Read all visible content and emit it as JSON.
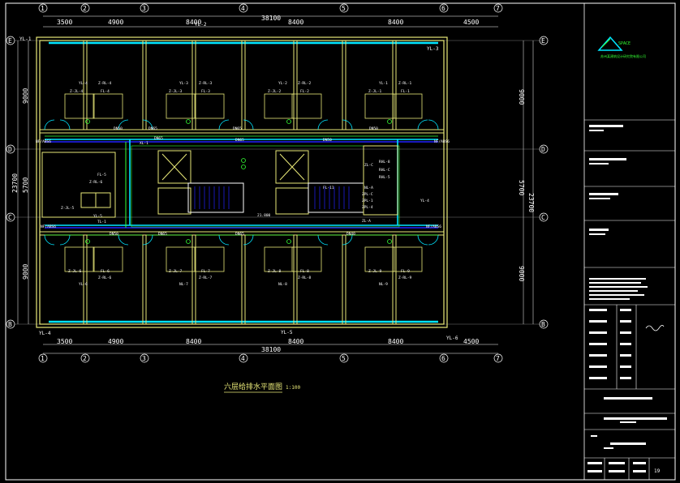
{
  "drawing": {
    "title": "六层给排水平面图",
    "scale": "1:100"
  },
  "grid_axes_x": [
    "1",
    "2",
    "3",
    "4",
    "5",
    "6",
    "7"
  ],
  "grid_axes_y": [
    "E",
    "D",
    "C",
    "B"
  ],
  "dims_top": [
    "3500",
    "4900",
    "8400",
    "8400",
    "8400",
    "4500"
  ],
  "dims_bottom": [
    "3500",
    "4900",
    "8400",
    "8400",
    "8400",
    "4500"
  ],
  "dim_total": "38100",
  "dims_side": {
    "left_total": "23700",
    "left_a": "9000",
    "left_b": "5700",
    "left_c": "9000",
    "right_total": "23700",
    "right_a": "9000",
    "right_b": "5700",
    "right_c": "9000"
  },
  "risers": {
    "yl1_top": "YL-1",
    "yl2_top": "YL-2",
    "yl3_top": "YL-3",
    "yl4_bot": "YL-4",
    "yl5_bot": "YL-5",
    "yl6_bot": "YL-6",
    "nf_left_d": "NF/ABS6",
    "nf_right_d": "NF/ABS6",
    "nf_left_c": "NF/ABS6",
    "nf_right_c": "NF/ABS6"
  },
  "pipe_sizes": {
    "dn50": "DN50",
    "dn65": "DN65",
    "dn40": "DN40",
    "elev": "21.800"
  },
  "rooms_top": [
    {
      "yl": "YL-4",
      "zrl": "Z-RL-4",
      "zjl": "Z-JL-4",
      "fl": "FL-4"
    },
    {
      "yl": "YL-3",
      "zrl": "Z-RL-3",
      "zjl": "Z-JL-3",
      "fl": "FL-3"
    },
    {
      "yl": "YL-2",
      "zrl": "Z-RL-2",
      "zjl": "Z-JL-2",
      "fl": "FL-2"
    },
    {
      "yl": "YL-1",
      "zrl": "Z-RL-1",
      "zjl": "Z-JL-1",
      "fl": "FL-1"
    }
  ],
  "rooms_bottom": [
    {
      "yl": "YL-6",
      "zrl": "Z-RL-6",
      "zjl": "Z-JL-6",
      "fl": "FL-6"
    },
    {
      "yl": "NL-7",
      "zrl": "Z-RL-7",
      "zjl": "Z-JL-7",
      "fl": "FL-7"
    },
    {
      "yl": "NL-8",
      "zrl": "Z-RL-8",
      "zjl": "Z-JL-8",
      "fl": "FL-8"
    },
    {
      "yl": "NL-9",
      "zrl": "Z-RL-9",
      "zjl": "Z-JL-9",
      "fl": "FL-9"
    }
  ],
  "core_labels": {
    "fl5": "FL-5",
    "zrl6": "Z-RL-6",
    "zjl5": "Z-JL-5",
    "ylr": "YL-5",
    "tl1": "TL-1",
    "fl11": "FL-11",
    "xl1": "XL-1",
    "zl": "ZL-A",
    "ylr4": "YL-4",
    "rh": [
      "ZL-C",
      "RHL-8",
      "RHL-C",
      "RHL-5",
      "NL-A",
      "ZPL-C",
      "ZPL-1",
      "ZPL-4"
    ]
  },
  "title_block": {
    "company": "SPACE",
    "company_cn": "苏州某建筑设计研究院有限公司",
    "sheet_no": "19"
  }
}
